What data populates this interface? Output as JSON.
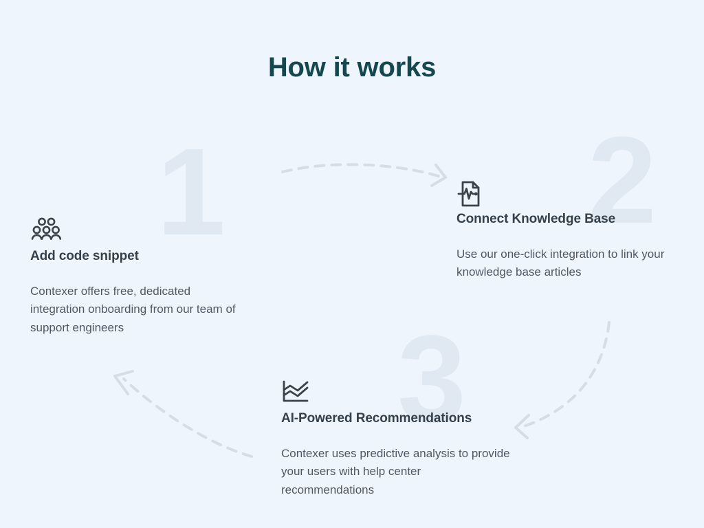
{
  "page": {
    "title": "How it works",
    "background_color": "#eff5fd",
    "title_color": "#15474f",
    "ghost_number_color": "#e0e8f2",
    "heading_color": "#36404a",
    "body_color": "#4f5863",
    "arrow_color": "#d7dde3"
  },
  "steps": [
    {
      "number": "1",
      "icon": "people-group-icon",
      "heading": "Add code snippet",
      "body": "Contexer offers free, dedicated integration onboarding from our team of support engineers"
    },
    {
      "number": "2",
      "icon": "document-pulse-icon",
      "heading": "Connect Knowledge Base",
      "body": "Use our one-click integration to link your knowledge base articles"
    },
    {
      "number": "3",
      "icon": "trend-chart-icon",
      "heading": "AI-Powered Recommendations",
      "body": "Contexer uses predictive analysis to provide your users with help center recommendations"
    }
  ],
  "arrows": [
    {
      "name": "arrow-step1-to-step2",
      "direction": "left-to-right"
    },
    {
      "name": "arrow-step2-to-step3",
      "direction": "down-left"
    },
    {
      "name": "arrow-step3-to-step1",
      "direction": "up-left"
    }
  ]
}
